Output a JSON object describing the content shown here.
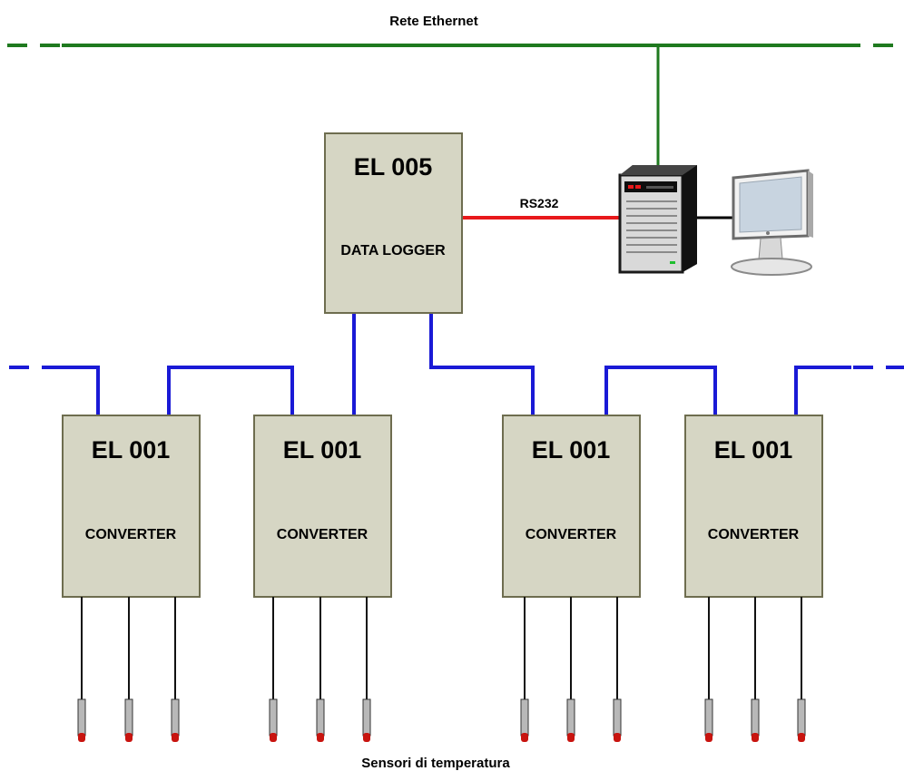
{
  "network": {
    "ethernet_label": "Rete Ethernet",
    "serial_label": "RS232",
    "sensors_label": "Sensori di temperatura"
  },
  "logger": {
    "model": "EL 005",
    "function": "DATA LOGGER"
  },
  "converters": [
    {
      "model": "EL 001",
      "function": "CONVERTER"
    },
    {
      "model": "EL 001",
      "function": "CONVERTER"
    },
    {
      "model": "EL 001",
      "function": "CONVERTER"
    },
    {
      "model": "EL 001",
      "function": "CONVERTER"
    }
  ],
  "colors": {
    "ethernet": "#1f7a1f",
    "serial": "#e8191b",
    "bus": "#1a1ad6",
    "box_fill": "#d6d6c4",
    "box_border": "#6e6d4f",
    "sensor_tip": "#c8140f"
  },
  "icons": {
    "server": "server-tower-icon",
    "monitor": "monitor-icon",
    "sensor": "temperature-probe-icon"
  }
}
